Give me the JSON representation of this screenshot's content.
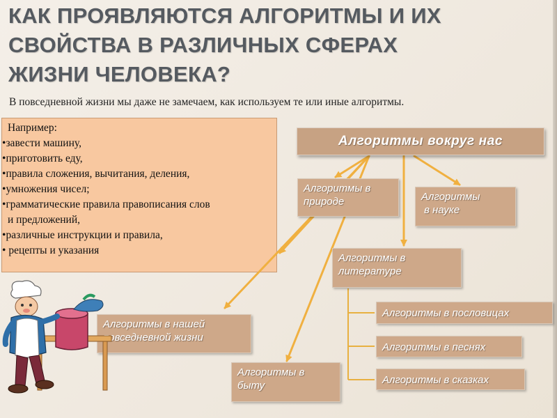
{
  "title": "КАК ПРОЯВЛЯЮТСЯ АЛГОРИТМЫ И ИХ СВОЙСТВА В РАЗЛИЧНЫХ СФЕРАХ ЖИЗНИ ЧЕЛОВЕКА?",
  "title_lines": [
    "КАК ПРОЯВЛЯЮТСЯ АЛГОРИТМЫ И ИХ",
    "СВОЙСТВА В РАЗЛИЧНЫХ СФЕРАХ",
    "ЖИЗНИ ЧЕЛОВЕКА?"
  ],
  "subtitle": "В повседневной жизни мы даже не замечаем, как используем те или иные алгоритмы.",
  "examples": {
    "intro": "Например:",
    "items": [
      "завести машину,",
      "приготовить еду,",
      "правила сложения, вычитания, деления,",
      "умножения чисел;",
      "грамматические правила правописания слов",
      "и предложений,",
      "различные инструкции и правила,",
      " рецепты и указания"
    ]
  },
  "diagram": {
    "root": "Алгоритмы вокруг нас",
    "nature": [
      "Алгоритмы в",
      "природе"
    ],
    "science": [
      "Алгоритмы",
      " в науке"
    ],
    "literature": [
      "Алгоритмы в",
      "литературе"
    ],
    "everyday": [
      "Алгоритмы в нашей",
      "повседневной жизни"
    ],
    "home": [
      "Алгоритмы в",
      "быту"
    ],
    "proverbs": "Алгоритмы в пословицах",
    "songs": "Алгоритмы в песнях",
    "tales": "Алгоритмы в сказках"
  },
  "colors": {
    "title": "#555a60",
    "example_box": "#f8c8a0",
    "node": "#cea889",
    "arrow": "#f0b040",
    "connector": "#e8b040"
  },
  "icons": [
    "cook-illustration"
  ]
}
